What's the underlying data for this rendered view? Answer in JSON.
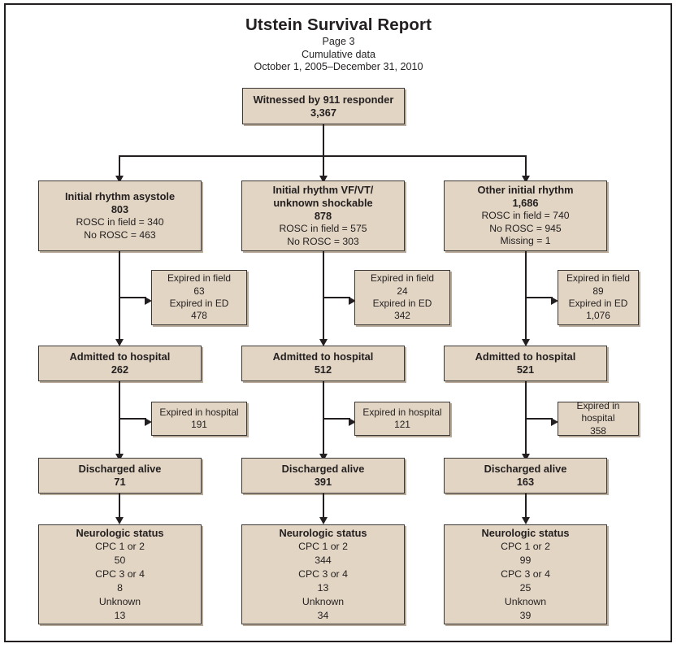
{
  "header": {
    "title": "Utstein Survival Report",
    "page": "Page 3",
    "data_type": "Cumulative data",
    "date_range": "October 1, 2005–December 31, 2010"
  },
  "root": {
    "label": "Witnessed by 911 responder",
    "value": "3,367"
  },
  "columns": [
    {
      "rhythm": {
        "title_line1": "Initial rhythm asystole",
        "title_line2": "",
        "value": "803",
        "detail1": "ROSC in field = 340",
        "detail2": "No ROSC = 463",
        "detail3": ""
      },
      "expired_field": {
        "label1": "Expired in field",
        "value1": "63",
        "label2": "Expired in ED",
        "value2": "478"
      },
      "admitted": {
        "label": "Admitted to hospital",
        "value": "262"
      },
      "expired_hospital": {
        "label": "Expired in hospital",
        "value": "191"
      },
      "discharged": {
        "label": "Discharged alive",
        "value": "71"
      },
      "neuro": {
        "title": "Neurologic status",
        "label1": "CPC 1 or 2",
        "value1": "50",
        "label2": "CPC 3 or 4",
        "value2": "8",
        "label3": "Unknown",
        "value3": "13"
      }
    },
    {
      "rhythm": {
        "title_line1": "Initial rhythm VF/VT/",
        "title_line2": "unknown shockable",
        "value": "878",
        "detail1": "ROSC in field = 575",
        "detail2": "No ROSC = 303",
        "detail3": ""
      },
      "expired_field": {
        "label1": "Expired in field",
        "value1": "24",
        "label2": "Expired in ED",
        "value2": "342"
      },
      "admitted": {
        "label": "Admitted to hospital",
        "value": "512"
      },
      "expired_hospital": {
        "label": "Expired in hospital",
        "value": "121"
      },
      "discharged": {
        "label": "Discharged alive",
        "value": "391"
      },
      "neuro": {
        "title": "Neurologic status",
        "label1": "CPC 1 or 2",
        "value1": "344",
        "label2": "CPC 3 or 4",
        "value2": "13",
        "label3": "Unknown",
        "value3": "34"
      }
    },
    {
      "rhythm": {
        "title_line1": "Other initial rhythm",
        "title_line2": "",
        "value": "1,686",
        "detail1": "ROSC in field = 740",
        "detail2": "No ROSC = 945",
        "detail3": "Missing = 1"
      },
      "expired_field": {
        "label1": "Expired in field",
        "value1": "89",
        "label2": "Expired in ED",
        "value2": "1,076"
      },
      "admitted": {
        "label": "Admitted to hospital",
        "value": "521"
      },
      "expired_hospital": {
        "label": "Expired in hospital",
        "value": "358"
      },
      "discharged": {
        "label": "Discharged alive",
        "value": "163"
      },
      "neuro": {
        "title": "Neurologic status",
        "label1": "CPC 1 or 2",
        "value1": "99",
        "label2": "CPC 3 or 4",
        "value2": "25",
        "label3": "Unknown",
        "value3": "39"
      }
    }
  ],
  "colors": {
    "box_fill": "#e2d5c3",
    "box_border": "#3b3735",
    "line": "#231f20",
    "text": "#231f20",
    "page_bg": "#ffffff"
  }
}
